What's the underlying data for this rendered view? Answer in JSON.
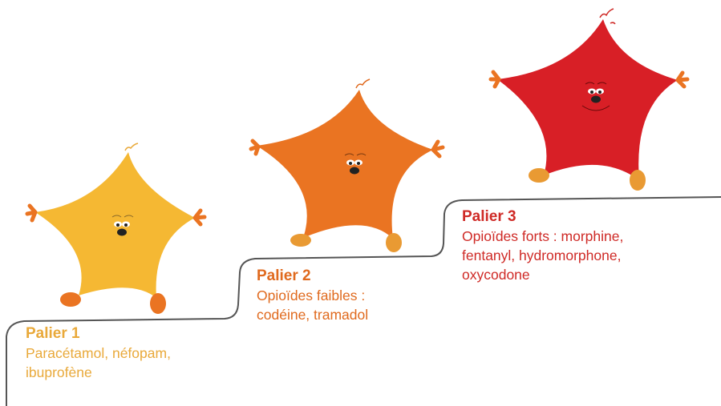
{
  "colors": {
    "step1": "#f5b833",
    "step1_text": "#e9a93a",
    "step2": "#ea7422",
    "step2_text": "#e06a1e",
    "step3": "#d81f26",
    "step3_text": "#cf2a26",
    "feet": "#e99a33",
    "line": "#555555"
  },
  "steps": [
    {
      "title": "Palier 1",
      "description": "Paracétamol, néfopam,\nibuprofène"
    },
    {
      "title": "Palier 2",
      "description": "Opioïdes faibles :\ncodéine, tramadol"
    },
    {
      "title": "Palier 3",
      "description": "Opioïdes forts : morphine,\nfentanyl, hydromorphone,\noxycodone"
    }
  ]
}
